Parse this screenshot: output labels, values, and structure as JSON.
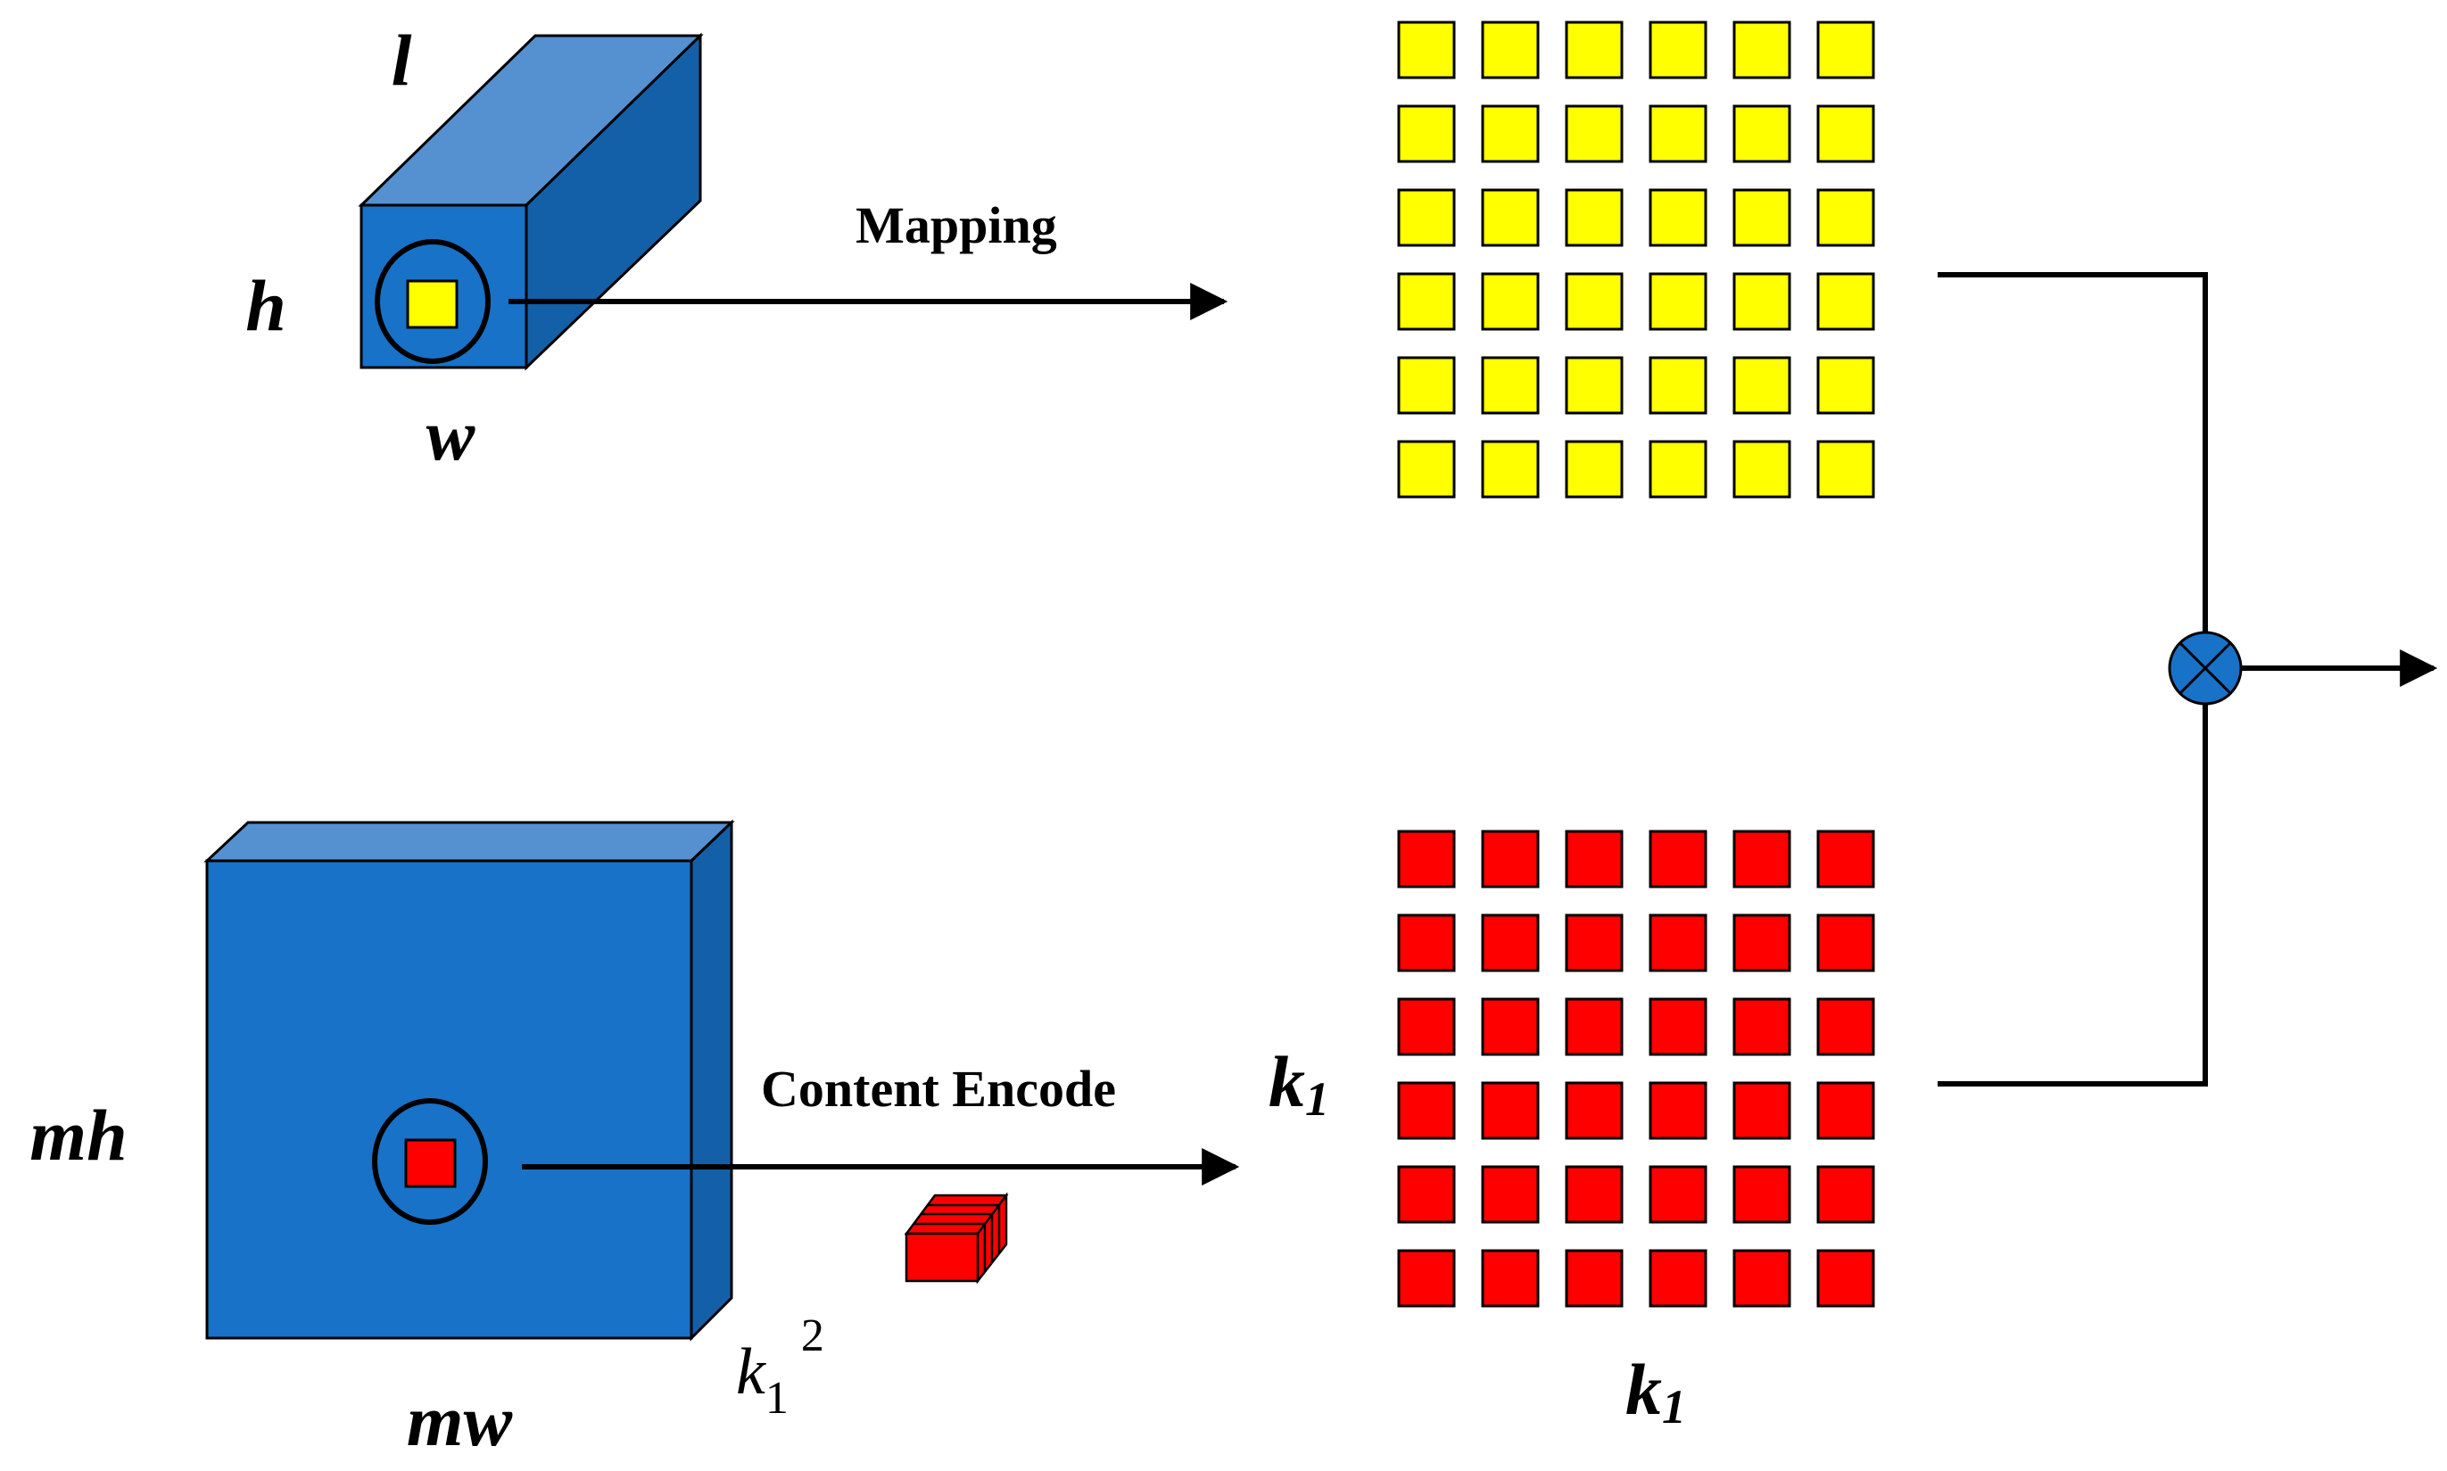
{
  "labels": {
    "top_l": "l",
    "top_h": "h",
    "top_w": "w",
    "mapping": "Mapping",
    "bottom_mh": "mh",
    "bottom_mw": "mw",
    "content_encode": "Content Encode",
    "k_left": "k",
    "k_left_sub": "1",
    "k_bottom": "k",
    "k_bottom_sub": "1",
    "k_depth": "k",
    "k_depth_sub": "1",
    "k_depth_sup": "2"
  },
  "grids": {
    "top": {
      "rows": 6,
      "cols": 6,
      "fill": "#FFFF00"
    },
    "bottom": {
      "rows": 6,
      "cols": 6,
      "fill": "#FF0000"
    }
  },
  "colors": {
    "cube_front": "#1872C8",
    "cube_top": "#5591D1",
    "cube_side": "#1460A8",
    "yellow": "#FFFF00",
    "red": "#FF0000",
    "line": "#000000",
    "multiply_node": "#1872C8"
  },
  "icons": {
    "multiply": "circle-times-icon"
  }
}
